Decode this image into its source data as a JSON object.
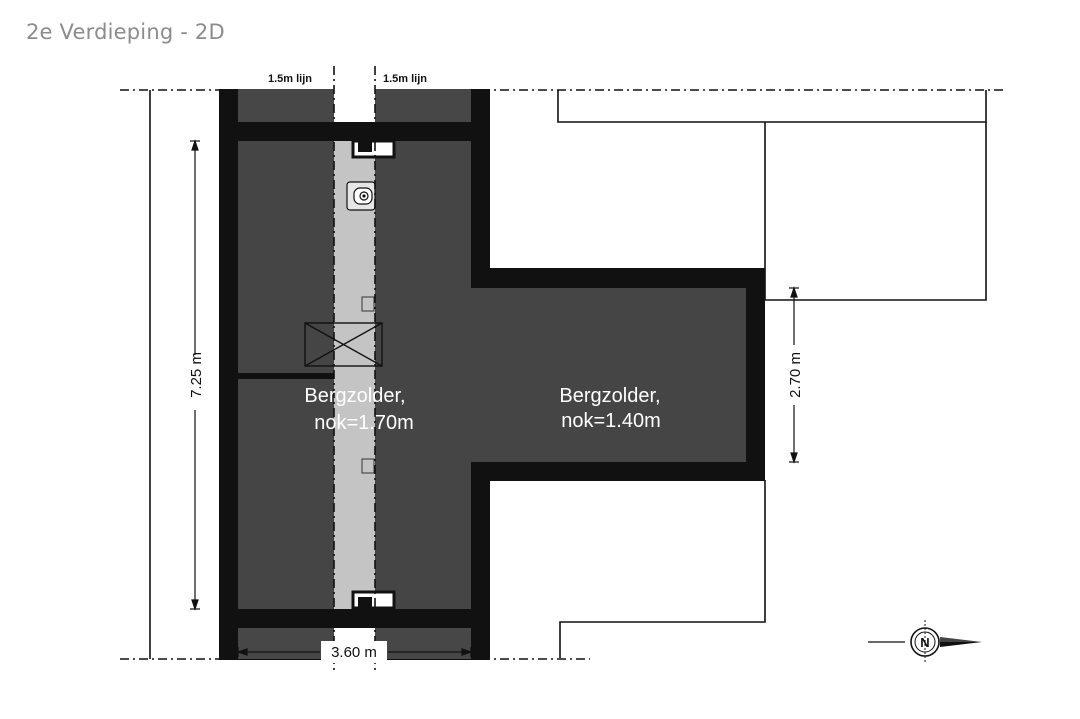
{
  "title": "2e Verdieping - 2D",
  "plan": {
    "line_label_left": "1.5m lijn",
    "line_label_right": "1.5m lijn",
    "room_left": {
      "name": "Bergzolder,",
      "ridge": "nok=1.70m"
    },
    "room_right": {
      "name": "Bergzolder,",
      "ridge": "nok=1.40m"
    },
    "dim_vertical_left": "7.25 m",
    "dim_vertical_right": "2.70 m",
    "dim_horizontal_bottom": "3.60 m",
    "compass_letter": "N"
  }
}
